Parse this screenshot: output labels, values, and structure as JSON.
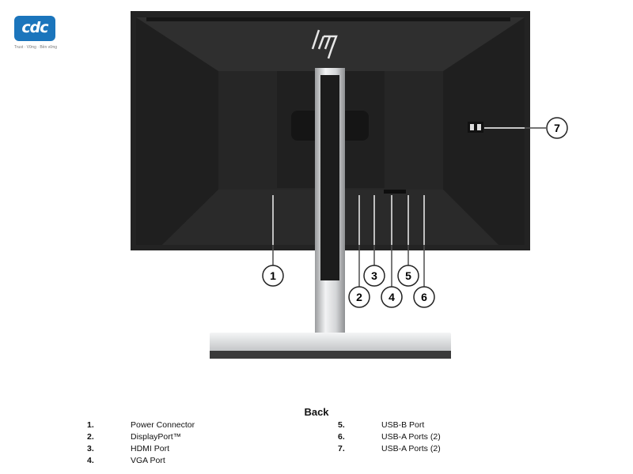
{
  "logo": {
    "text": "cdc",
    "tagline": "Trust · Vững · Bền vững"
  },
  "diagram": {
    "title": "Back",
    "brand_mark": "hp",
    "callouts": [
      "1",
      "2",
      "3",
      "4",
      "5",
      "6",
      "7"
    ]
  },
  "legend": [
    {
      "number": "1.",
      "label": "Power Connector"
    },
    {
      "number": "2.",
      "label": "DisplayPort™"
    },
    {
      "number": "3.",
      "label": "HDMI Port"
    },
    {
      "number": "4.",
      "label": "VGA Port"
    },
    {
      "number": "5.",
      "label": "USB-B Port"
    },
    {
      "number": "6.",
      "label": "USB-A Ports (2)"
    },
    {
      "number": "7.",
      "label": "USB-A Ports (2)"
    }
  ],
  "colors": {
    "logo_blue": "#1b75bc",
    "monitor_body": "#2b2b2b",
    "stand_silver": "#c9cacc"
  }
}
